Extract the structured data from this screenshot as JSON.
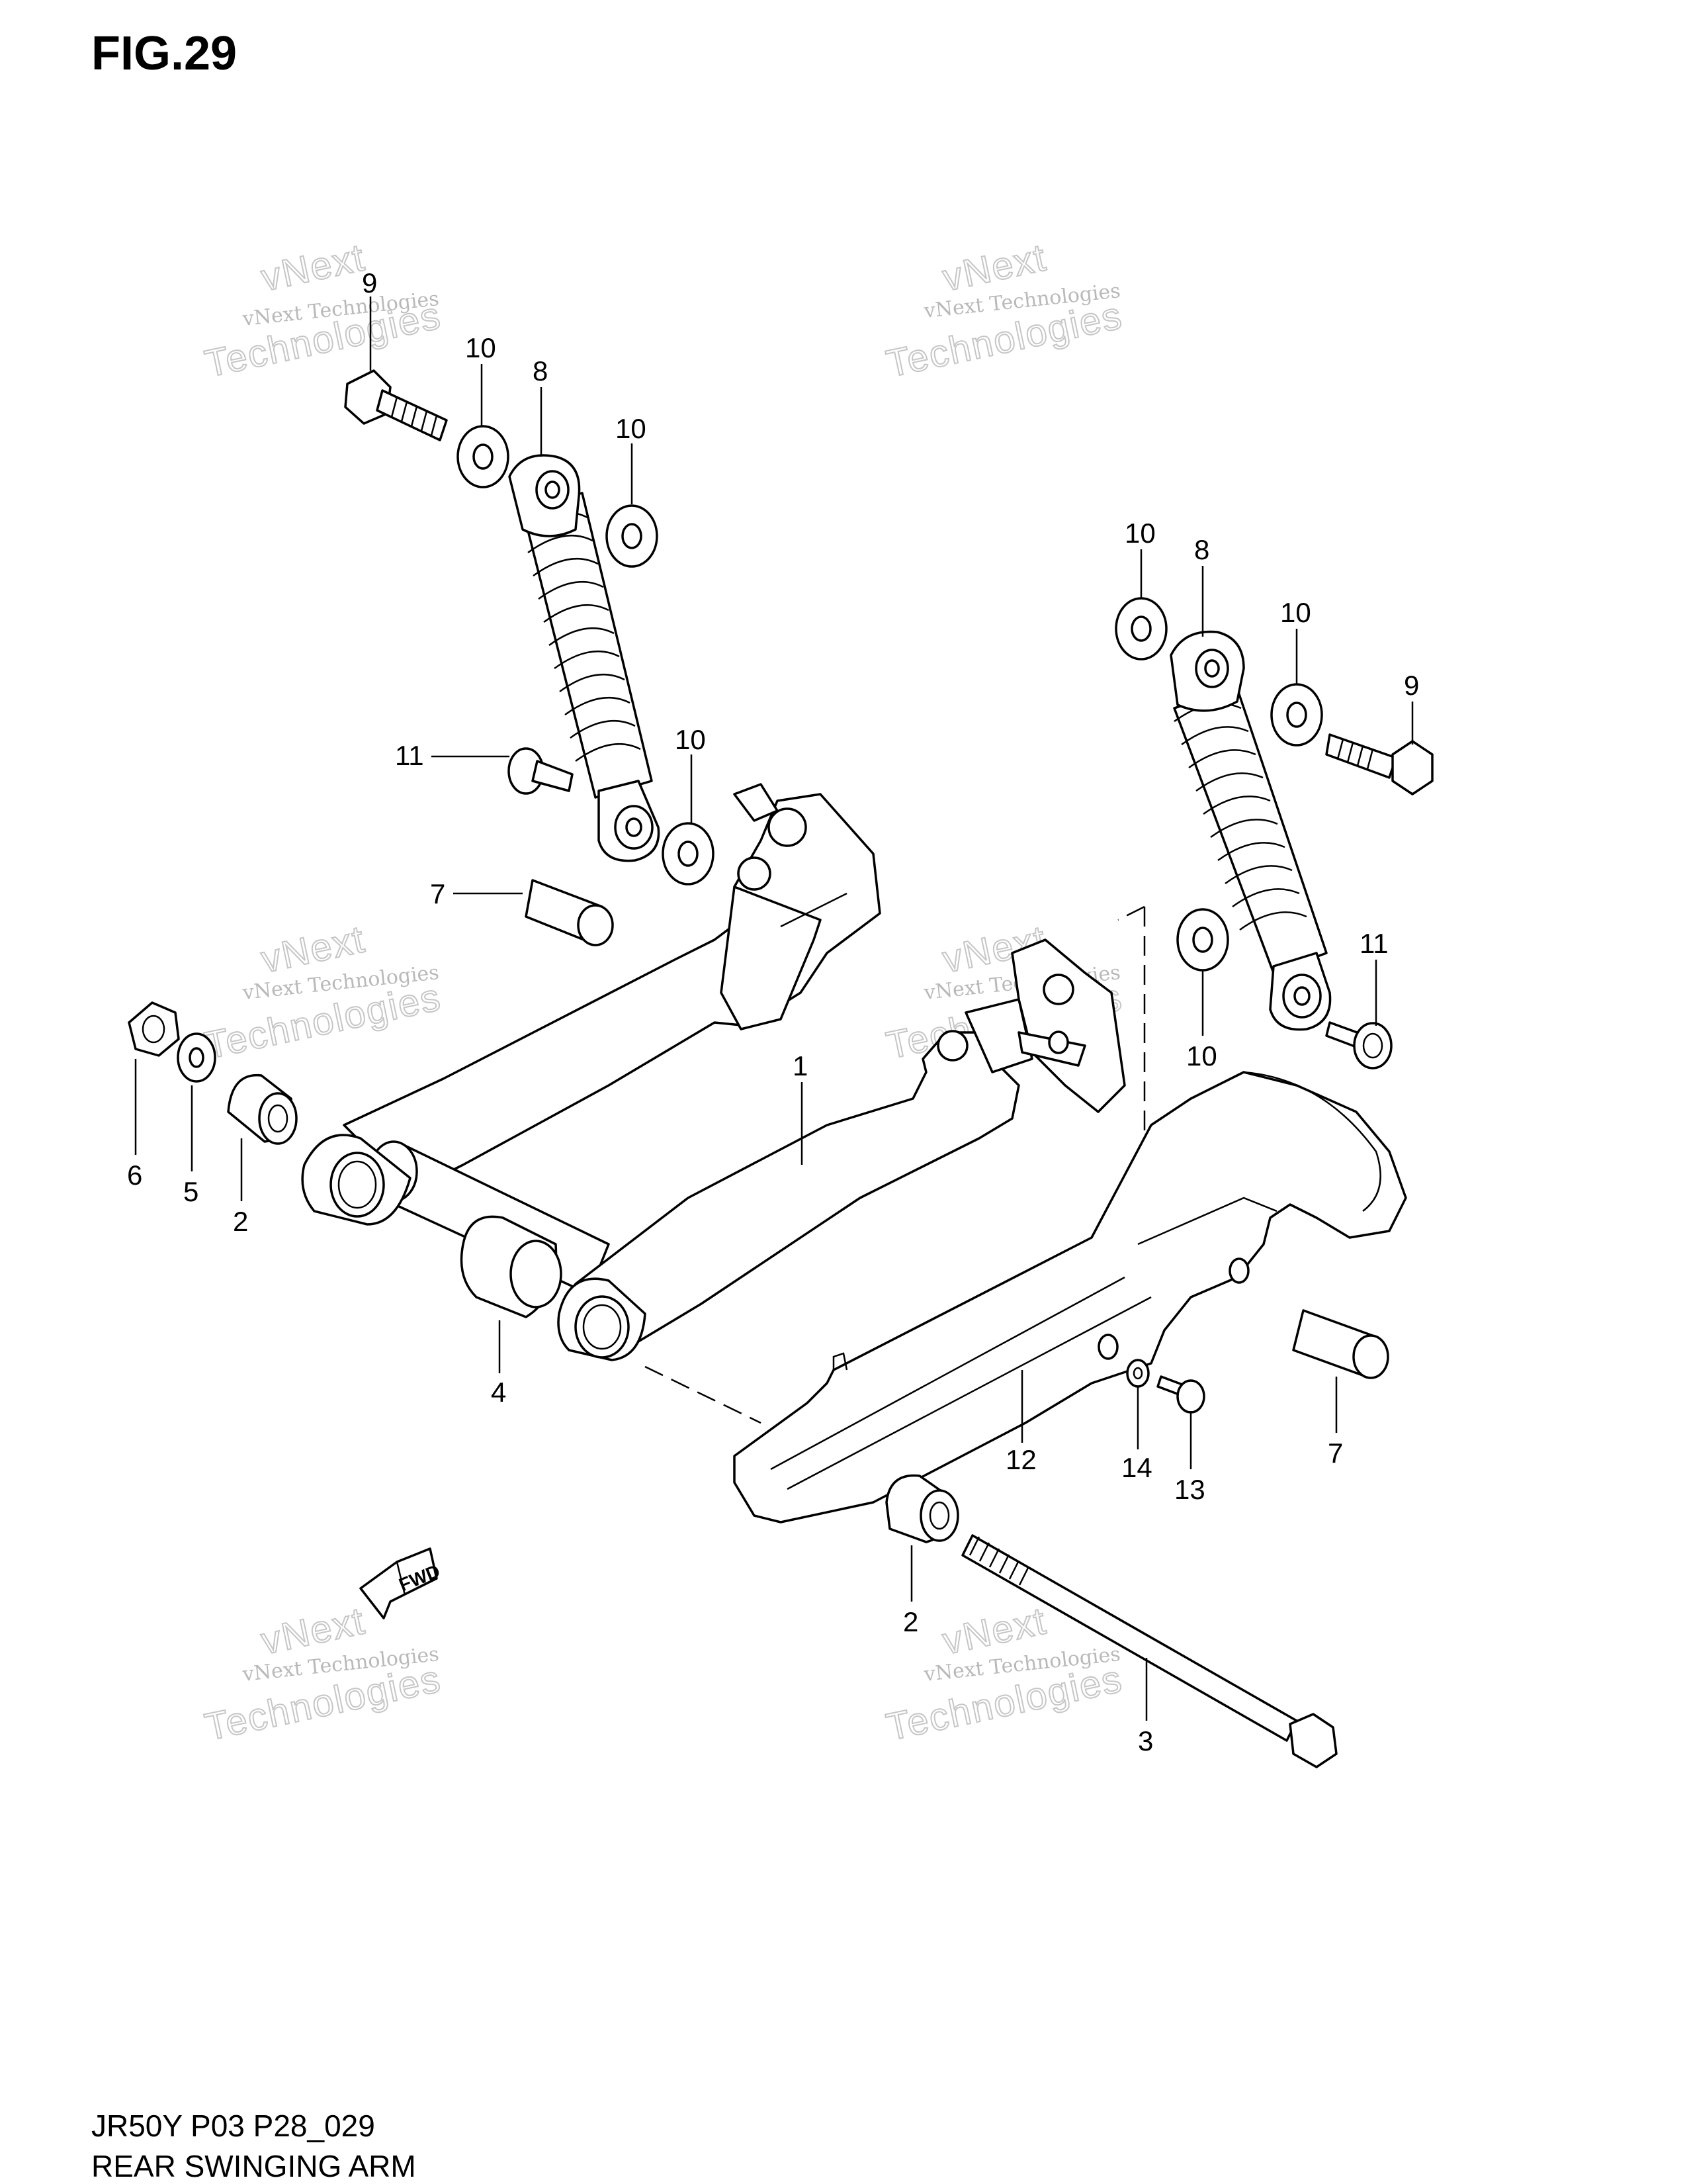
{
  "figure": {
    "title": "FIG.29",
    "model_code": "JR50Y P03 P28_029",
    "caption": "REAR SWINGING ARM"
  },
  "watermark": {
    "line1": "vNext Technologies",
    "line2": "vNext",
    "line3": "Technologies"
  },
  "fwd_label": "FWD",
  "callouts": {
    "c9a": "9",
    "c10a": "10",
    "c8a": "8",
    "c10b": "10",
    "c11a": "11",
    "c10c": "10",
    "c7a": "7",
    "c6": "6",
    "c5": "5",
    "c2a": "2",
    "c4": "4",
    "c1": "1",
    "c10d": "10",
    "c8b": "8",
    "c10e": "10",
    "c9b": "9",
    "c11b": "11",
    "c10f": "10",
    "c12": "12",
    "c14": "14",
    "c13": "13",
    "c7b": "7",
    "c2b": "2",
    "c3": "3"
  }
}
